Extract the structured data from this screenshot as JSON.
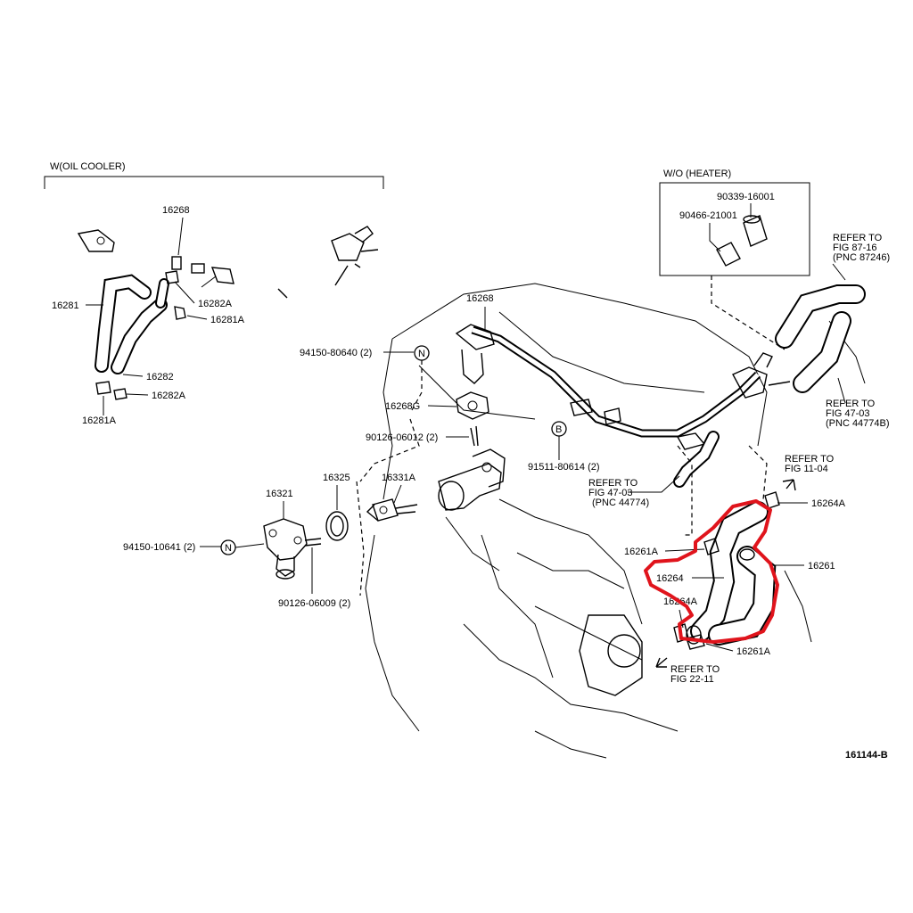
{
  "diagram": {
    "drawing_number": "161144-B",
    "groups": {
      "oil_cooler": "W(OIL COOLER)",
      "no_heater": "W/O (HEATER)"
    },
    "callouts": {
      "n": "N",
      "b": "B"
    },
    "labels": {
      "p16268_top": "16268",
      "p16282A_top": "16282A",
      "p16281": "16281",
      "p16281A_top": "16281A",
      "p16282": "16282",
      "p16282A_bot": "16282A",
      "p16281A_bot": "16281A",
      "p90339": "90339-16001",
      "p90466": "90466-21001",
      "refer_87_1": "REFER TO",
      "refer_87_2": "FIG 87-16",
      "refer_87_3": "(PNC 87246)",
      "p16268_mid": "16268",
      "p94150_80640": "94150-80640 (2)",
      "p16268G": "16268G",
      "p90126_06012": "90126-06012 (2)",
      "p91511": "91511-80614 (2)",
      "refer_47a_1": "REFER TO",
      "refer_47a_2": "FIG 47-03",
      "refer_47a_3": "(PNC 44774)",
      "refer_47b_1": "REFER TO",
      "refer_47b_2": "FIG 47-03",
      "refer_47b_3": "(PNC 44774B)",
      "refer_11_1": "REFER TO",
      "refer_11_2": "FIG 11-04",
      "p16264A_top": "16264A",
      "p16325": "16325",
      "p16331A": "16331A",
      "p16321": "16321",
      "p94150_10641": "94150-10641 (2)",
      "p90126_06009": "90126-06009 (2)",
      "p16261A_top": "16261A",
      "p16261": "16261",
      "p16264": "16264",
      "p16264A_bot": "16264A",
      "p16261A_bot": "16261A",
      "refer_22_1": "REFER TO",
      "refer_22_2": "FIG 22-11"
    },
    "highlight_color": "#e0141c"
  }
}
